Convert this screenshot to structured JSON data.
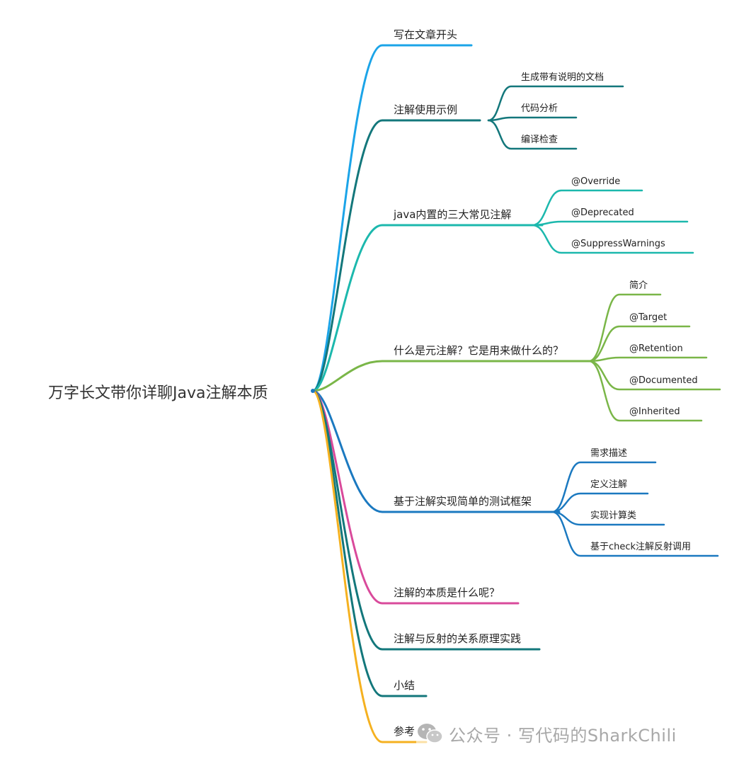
{
  "root": {
    "label": "万字长文带你详聊Java注解本质"
  },
  "branches": [
    {
      "label": "写在文章开头",
      "color": "#1ba4e8",
      "children": []
    },
    {
      "label": "注解使用示例",
      "color": "#13777b",
      "children": [
        "生成带有说明的文档",
        "代码分析",
        "编译检查"
      ]
    },
    {
      "label": "java内置的三大常见注解",
      "color": "#1cb8ad",
      "children": [
        "@Override",
        "@Deprecated",
        "@SuppressWarnings"
      ]
    },
    {
      "label": "什么是元注解？它是用来做什么的？",
      "color": "#7ab648",
      "children": [
        "简介",
        "@Target",
        "@Retention",
        "@Documented",
        "@Inherited"
      ]
    },
    {
      "label": "基于注解实现简单的测试框架",
      "color": "#1b79c0",
      "children": [
        "需求描述",
        "定义注解",
        "实现计算类",
        "基于check注解反射调用"
      ]
    },
    {
      "label": "注解的本质是什么呢？",
      "color": "#d94a9b",
      "children": []
    },
    {
      "label": "注解与反射的关系原理实践",
      "color": "#13777b",
      "children": []
    },
    {
      "label": "小结",
      "color": "#13777b",
      "children": []
    },
    {
      "label": "参考",
      "color": "#f5b120",
      "children": []
    }
  ],
  "watermark": {
    "text": "公众号 · 写代码的SharkChili",
    "icon": "wechat-icon"
  }
}
